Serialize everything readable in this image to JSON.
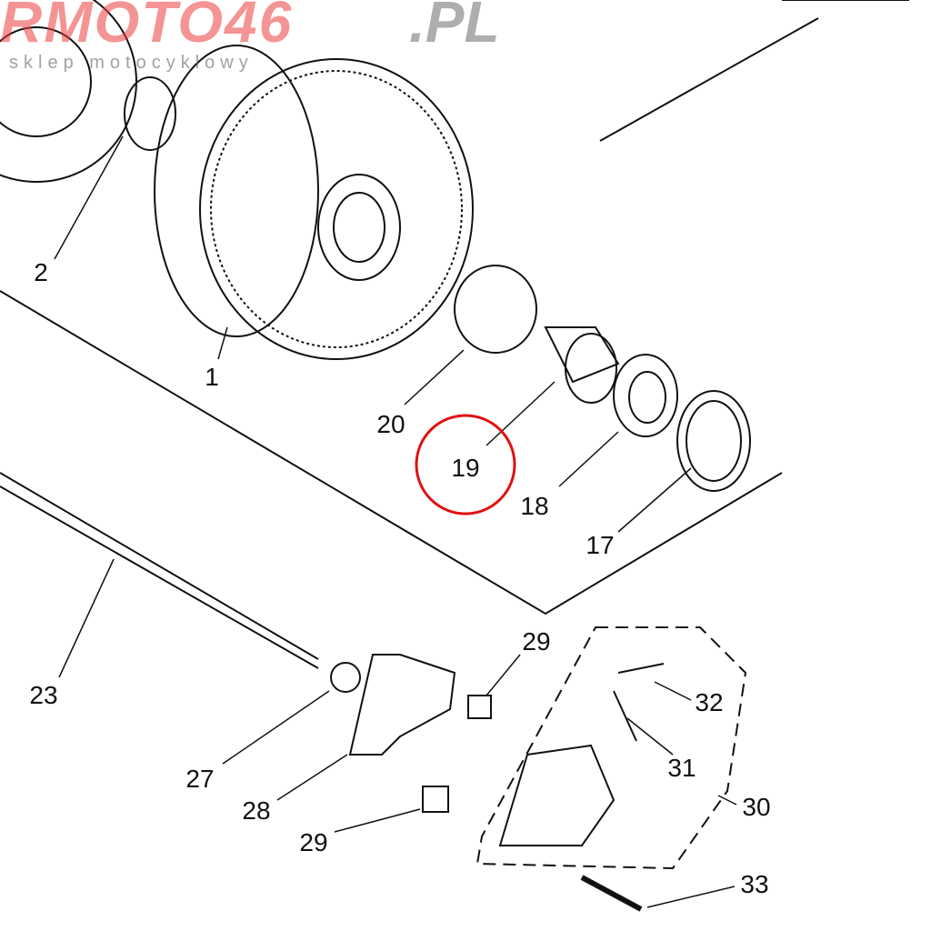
{
  "watermark": {
    "brand": "RMOTO46",
    "domain": ".PL",
    "tagline": "sklep motocyklowy"
  },
  "highlight": {
    "part": "19",
    "color": "#e01010"
  },
  "labels": [
    {
      "id": "2",
      "text": "2"
    },
    {
      "id": "1",
      "text": "1"
    },
    {
      "id": "20",
      "text": "20"
    },
    {
      "id": "19",
      "text": "19"
    },
    {
      "id": "18",
      "text": "18"
    },
    {
      "id": "17",
      "text": "17"
    },
    {
      "id": "23",
      "text": "23"
    },
    {
      "id": "29a",
      "text": "29"
    },
    {
      "id": "32",
      "text": "32"
    },
    {
      "id": "31",
      "text": "31"
    },
    {
      "id": "30",
      "text": "30"
    },
    {
      "id": "27",
      "text": "27"
    },
    {
      "id": "28",
      "text": "28"
    },
    {
      "id": "29b",
      "text": "29"
    },
    {
      "id": "33",
      "text": "33"
    }
  ]
}
